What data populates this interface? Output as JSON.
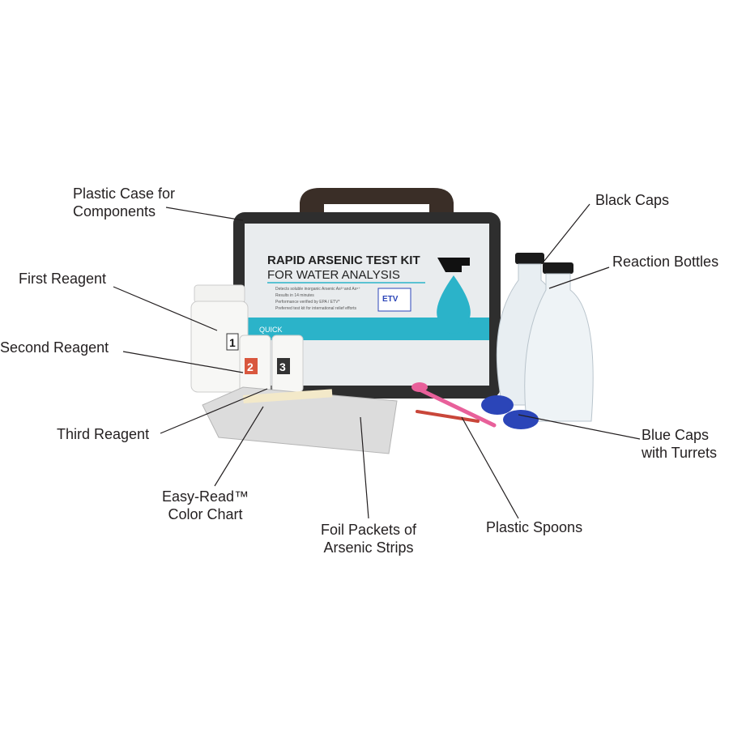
{
  "labels": {
    "plastic_case": [
      "Plastic Case for",
      "Components"
    ],
    "black_caps": [
      "Black Caps"
    ],
    "reaction_bottles": [
      "Reaction Bottles"
    ],
    "first_reagent": [
      "First Reagent"
    ],
    "second_reagent": [
      "Second Reagent"
    ],
    "third_reagent": [
      "Third Reagent"
    ],
    "color_chart": [
      "Easy-Read™",
      "Color Chart"
    ],
    "foil_packets": [
      "Foil Packets of",
      "Arsenic Strips"
    ],
    "plastic_spoons": [
      "Plastic Spoons"
    ],
    "blue_caps": [
      "Blue Caps",
      "with Turrets"
    ]
  },
  "case_label": {
    "title_line1": "RAPID ARSENIC TEST KIT",
    "title_line2": "FOR WATER ANALYSIS",
    "bullets": [
      "Detects soluble inorganic Arsenic As³⁺and As⁵⁺",
      "Results in 14 minutes",
      "Performance verified by EPA / ETV*",
      "Preferred test kit for international relief efforts"
    ],
    "badge": "ETV",
    "brand": "QUICK",
    "reagent_numbers": [
      "1",
      "2",
      "3"
    ]
  },
  "colors": {
    "teal": "#2bb3c9",
    "case": "#2e2e2e",
    "label_text": "#231f20",
    "blue_cap": "#2b45b8",
    "pink_spoon": "#e8609a"
  }
}
